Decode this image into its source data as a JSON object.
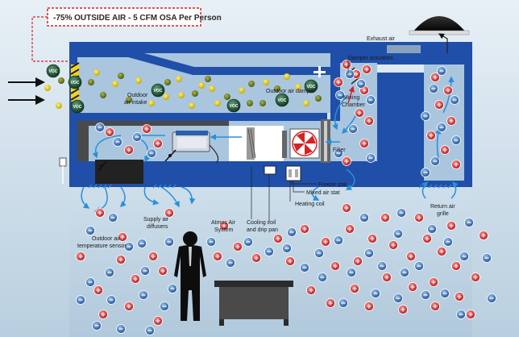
{
  "banner": {
    "text": "-75% OUTSIDE AIR - 5 CFM OSA Per Person"
  },
  "labels": {
    "exhaust_air": "Exhaust air",
    "damper_actuators": "Damper actuators",
    "outdoor_air_damper": "Outdoor air damper",
    "outdoor_air_intake_1": "Outdoor",
    "outdoor_air_intake_2": "air intake",
    "mixing_chamber_1": "Mixing",
    "mixing_chamber_2": "Chamber",
    "filter": "Filter",
    "freeze_stat": "Freeze stat",
    "mixed_air_stat": "Mixed air stat",
    "heating_coil": "Heating coil",
    "cooling_coil_1": "Cooling coil",
    "cooling_coil_2": "and drip pan",
    "atmos_air_1": "Atmos Air",
    "atmos_air_2": "System",
    "supply_air_1": "Supply air",
    "supply_air_2": "diffusers",
    "outdoor_temp_1": "Outdoor air",
    "outdoor_temp_2": "temperature sensor",
    "return_air_1": "Return air",
    "return_air_2": "grille"
  },
  "particle_text": "VOC",
  "colors": {
    "duct": "#1f4fa8",
    "duct_dark": "#173f8c",
    "duct_inner": "#a9c6de",
    "warning_red": "#d62222",
    "positive_ion": "#d42a2a",
    "negative_ion": "#2d5fa8",
    "voc": "#1f5c3a",
    "pollen": "#e6d21a"
  }
}
